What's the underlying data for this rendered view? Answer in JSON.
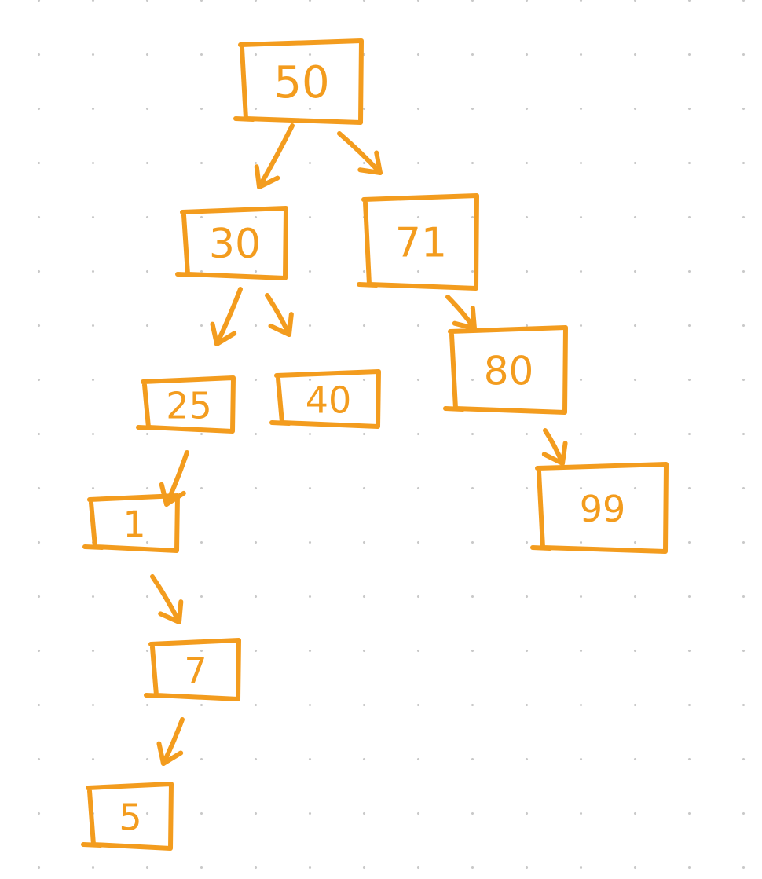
{
  "diagram": {
    "accent_color": "#f39c1e",
    "nodes": [
      {
        "id": "n50",
        "label": "50"
      },
      {
        "id": "n30",
        "label": "30"
      },
      {
        "id": "n71",
        "label": "71"
      },
      {
        "id": "n25",
        "label": "25"
      },
      {
        "id": "n40",
        "label": "40"
      },
      {
        "id": "n80",
        "label": "80"
      },
      {
        "id": "n1",
        "label": "1"
      },
      {
        "id": "n99",
        "label": "99"
      },
      {
        "id": "n7",
        "label": "7"
      },
      {
        "id": "n5",
        "label": "5"
      }
    ],
    "edges": [
      {
        "from": "n50",
        "to": "n30"
      },
      {
        "from": "n50",
        "to": "n71"
      },
      {
        "from": "n30",
        "to": "n25"
      },
      {
        "from": "n30",
        "to": "n40"
      },
      {
        "from": "n71",
        "to": "n80"
      },
      {
        "from": "n25",
        "to": "n1"
      },
      {
        "from": "n80",
        "to": "n99"
      },
      {
        "from": "n1",
        "to": "n7"
      },
      {
        "from": "n7",
        "to": "n5"
      }
    ]
  }
}
